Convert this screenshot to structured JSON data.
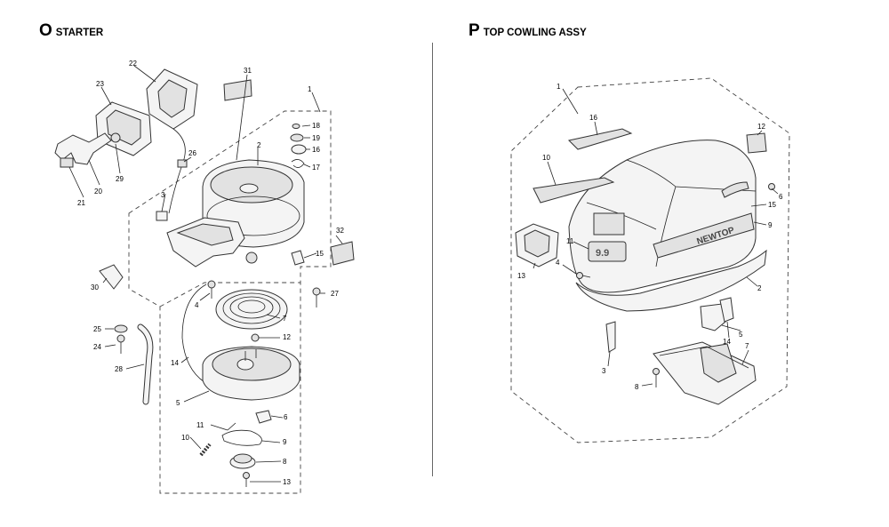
{
  "sections": {
    "starter": {
      "letter": "O",
      "name": "STARTER"
    },
    "cowling": {
      "letter": "P",
      "name": "TOP COWLING ASSY"
    }
  },
  "starter_labels": [
    "1",
    "2",
    "3",
    "4",
    "5",
    "6",
    "7",
    "8",
    "9",
    "10",
    "11",
    "12",
    "13",
    "14",
    "15",
    "16",
    "17",
    "18",
    "19",
    "20",
    "21",
    "22",
    "23",
    "24",
    "25",
    "26",
    "27",
    "28",
    "29",
    "30",
    "31",
    "32"
  ],
  "cowling_labels": [
    "1",
    "2",
    "3",
    "4",
    "5",
    "6",
    "7",
    "8",
    "9",
    "10",
    "11",
    "12",
    "13",
    "14",
    "15",
    "16"
  ],
  "cowling_text": {
    "brand": "NEWTOP",
    "model_badge": "9.9"
  }
}
